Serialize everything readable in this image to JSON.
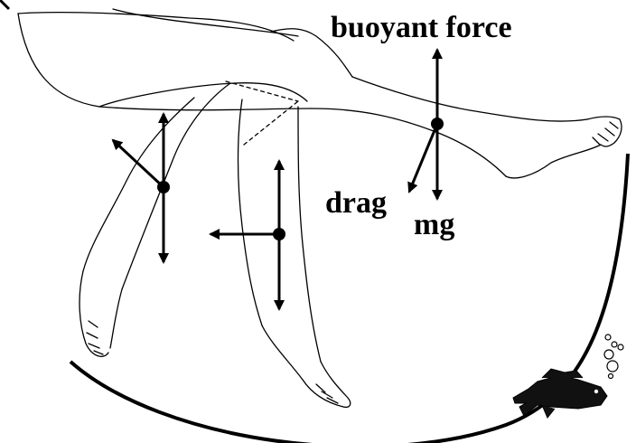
{
  "labels": {
    "buoyant_force": "buoyant force",
    "drag": "drag",
    "mg": "mg"
  },
  "colors": {
    "ink": "#000000",
    "background": "#ffffff"
  },
  "icons": [
    "legs-illustration",
    "fish-icon",
    "bubbles-icon"
  ]
}
